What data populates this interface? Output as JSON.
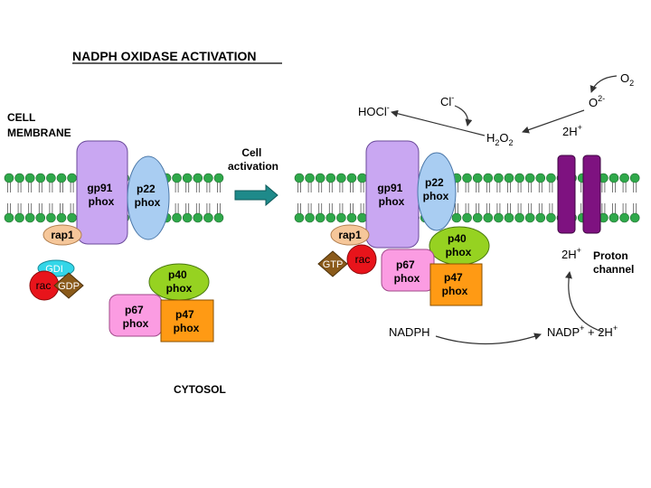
{
  "title": "NADPH OXIDASE ACTIVATION",
  "cell_membrane": [
    "CELL",
    "MEMBRANE"
  ],
  "cytosol": "CYTOSOL",
  "cell_activation": [
    "Cell",
    "activation"
  ],
  "left": {
    "gp91": [
      "gp91",
      "phox"
    ],
    "p22": [
      "p22",
      "phox"
    ],
    "rap1": "rap1",
    "gdi": "GDI",
    "rac": "rac",
    "gdp": "GDP",
    "p40": [
      "p40",
      "phox"
    ],
    "p67": [
      "p67",
      "phox"
    ],
    "p47": [
      "p47",
      "phox"
    ]
  },
  "right": {
    "gp91": [
      "gp91",
      "phox"
    ],
    "p22": [
      "p22",
      "phox"
    ],
    "rap1": "rap1",
    "gtp": "GTP",
    "rac": "rac",
    "p40": [
      "p40",
      "phox"
    ],
    "p67": [
      "p67",
      "phox"
    ],
    "p47": [
      "p47",
      "phox"
    ],
    "proton_channel": [
      "Proton",
      "channel"
    ]
  },
  "chemistry": {
    "o2": {
      "base": "O",
      "sub": "2"
    },
    "o2_radical": {
      "base": "O",
      "sup": "2-"
    },
    "cl": {
      "base": "Cl",
      "sup": "-"
    },
    "hocl": {
      "base": "HOCl",
      "sup": "-"
    },
    "h2o2": {
      "a": "H",
      "sub1": "2",
      "b": "O",
      "sub2": "2"
    },
    "h_top": {
      "base": "2H",
      "sup": "+"
    },
    "h_bottom": {
      "base": "2H",
      "sup": "+"
    },
    "nadph": "NADPH",
    "nadp": {
      "base": "NADP",
      "sup": "+",
      "rest": " + 2H",
      "sup2": "+"
    }
  },
  "colors": {
    "gp91": "#c9a7f2",
    "p22": "#a9cdf2",
    "rap1": "#f6c79a",
    "rac": "#e8141b",
    "gdi": "#33d6e8",
    "gdp": "#8a5a1a",
    "p40": "#96d221",
    "p67": "#fb9ce2",
    "p47": "#ff9a14",
    "channel": "#7e1280",
    "lipid": "#2fa84a",
    "arrow_teal": "#1e8a8a"
  }
}
